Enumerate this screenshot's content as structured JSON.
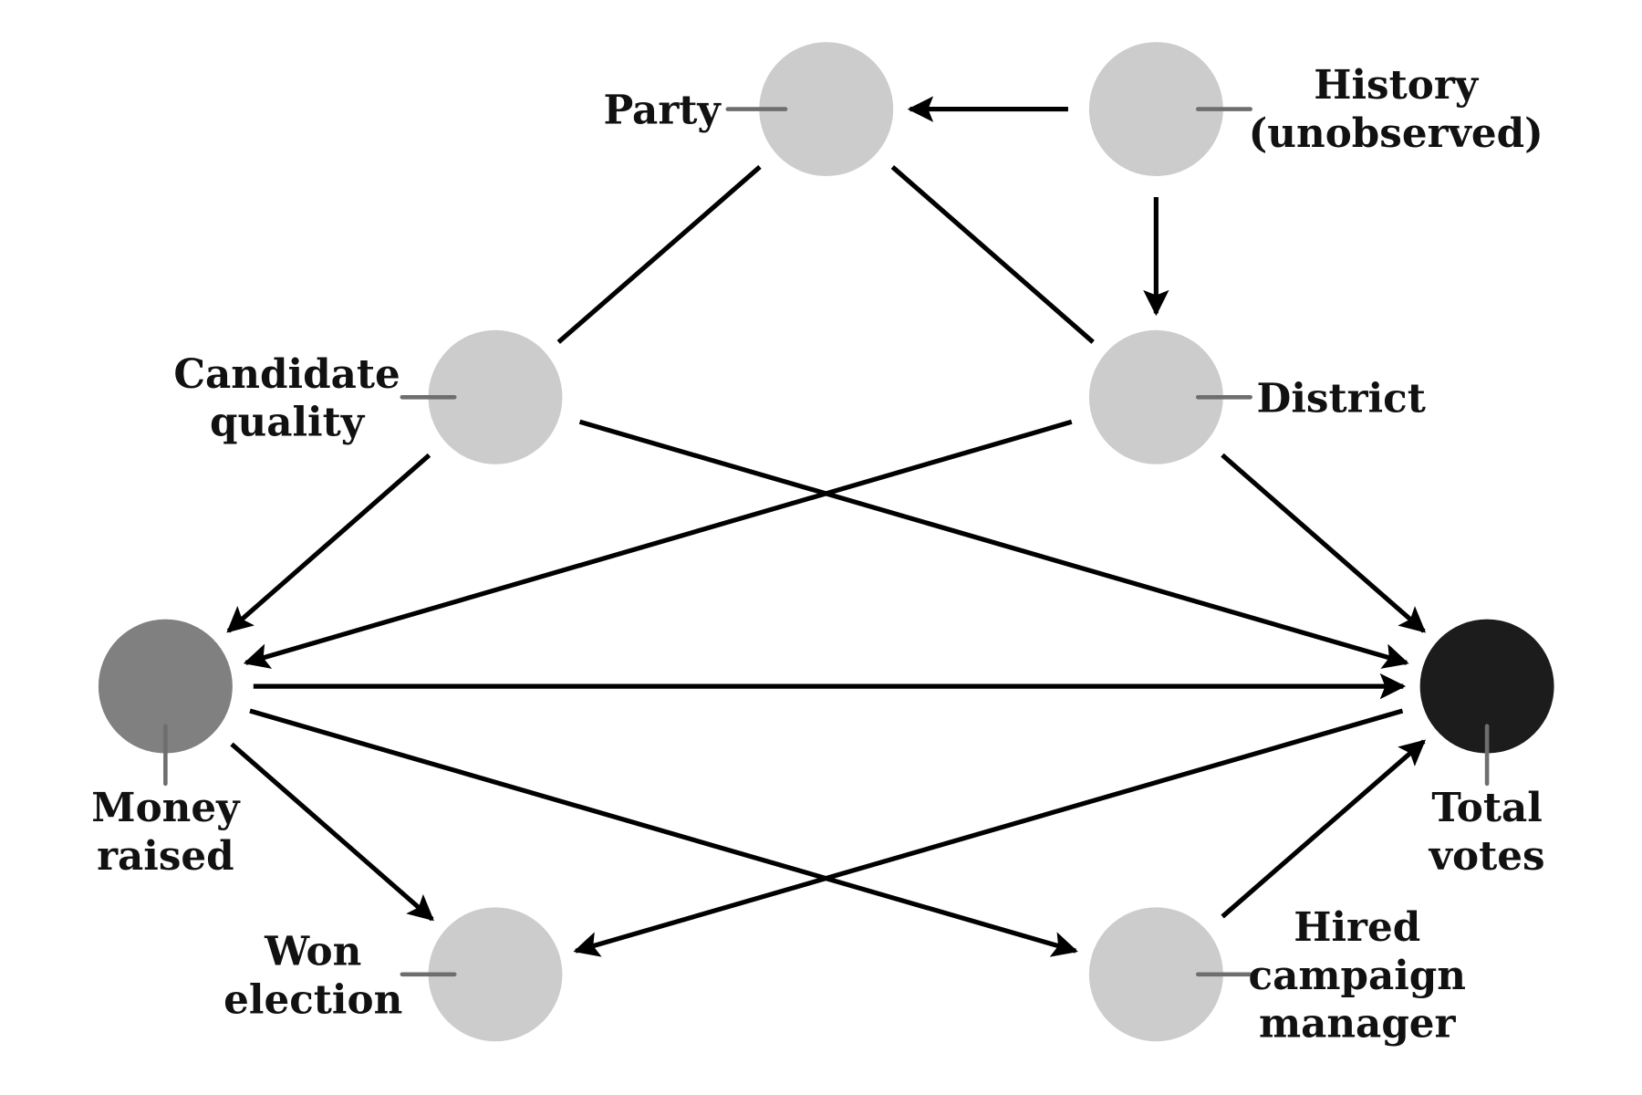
{
  "diagram": {
    "type": "directed-acyclic-graph",
    "colors": {
      "node_default": "#cccccc",
      "node_treatment": "#808080",
      "node_outcome": "#1c1c1c",
      "edge": "#000000",
      "label_tick": "#6e6e6e"
    },
    "nodes": [
      {
        "id": "party",
        "label_lines": [
          "Party"
        ],
        "role": "default"
      },
      {
        "id": "history",
        "label_lines": [
          "History",
          "(unobserved)"
        ],
        "role": "default"
      },
      {
        "id": "candidate",
        "label_lines": [
          "Candidate",
          "quality"
        ],
        "role": "default"
      },
      {
        "id": "district",
        "label_lines": [
          "District"
        ],
        "role": "default"
      },
      {
        "id": "money",
        "label_lines": [
          "Money",
          "raised"
        ],
        "role": "treatment"
      },
      {
        "id": "votes",
        "label_lines": [
          "Total",
          "votes"
        ],
        "role": "outcome"
      },
      {
        "id": "won",
        "label_lines": [
          "Won",
          "election"
        ],
        "role": "default"
      },
      {
        "id": "hired",
        "label_lines": [
          "Hired",
          "campaign",
          "manager"
        ],
        "role": "default"
      }
    ],
    "edges": [
      {
        "from": "history",
        "to": "party",
        "arrow": true
      },
      {
        "from": "history",
        "to": "district",
        "arrow": true
      },
      {
        "from": "party",
        "to": "candidate",
        "arrow": false
      },
      {
        "from": "party",
        "to": "district",
        "arrow": false
      },
      {
        "from": "candidate",
        "to": "money",
        "arrow": true
      },
      {
        "from": "candidate",
        "to": "votes",
        "arrow": true
      },
      {
        "from": "district",
        "to": "money",
        "arrow": true
      },
      {
        "from": "district",
        "to": "votes",
        "arrow": true
      },
      {
        "from": "money",
        "to": "votes",
        "arrow": true
      },
      {
        "from": "money",
        "to": "won",
        "arrow": true
      },
      {
        "from": "money",
        "to": "hired",
        "arrow": true
      },
      {
        "from": "votes",
        "to": "won",
        "arrow": true
      },
      {
        "from": "hired",
        "to": "votes",
        "arrow": true
      }
    ]
  }
}
